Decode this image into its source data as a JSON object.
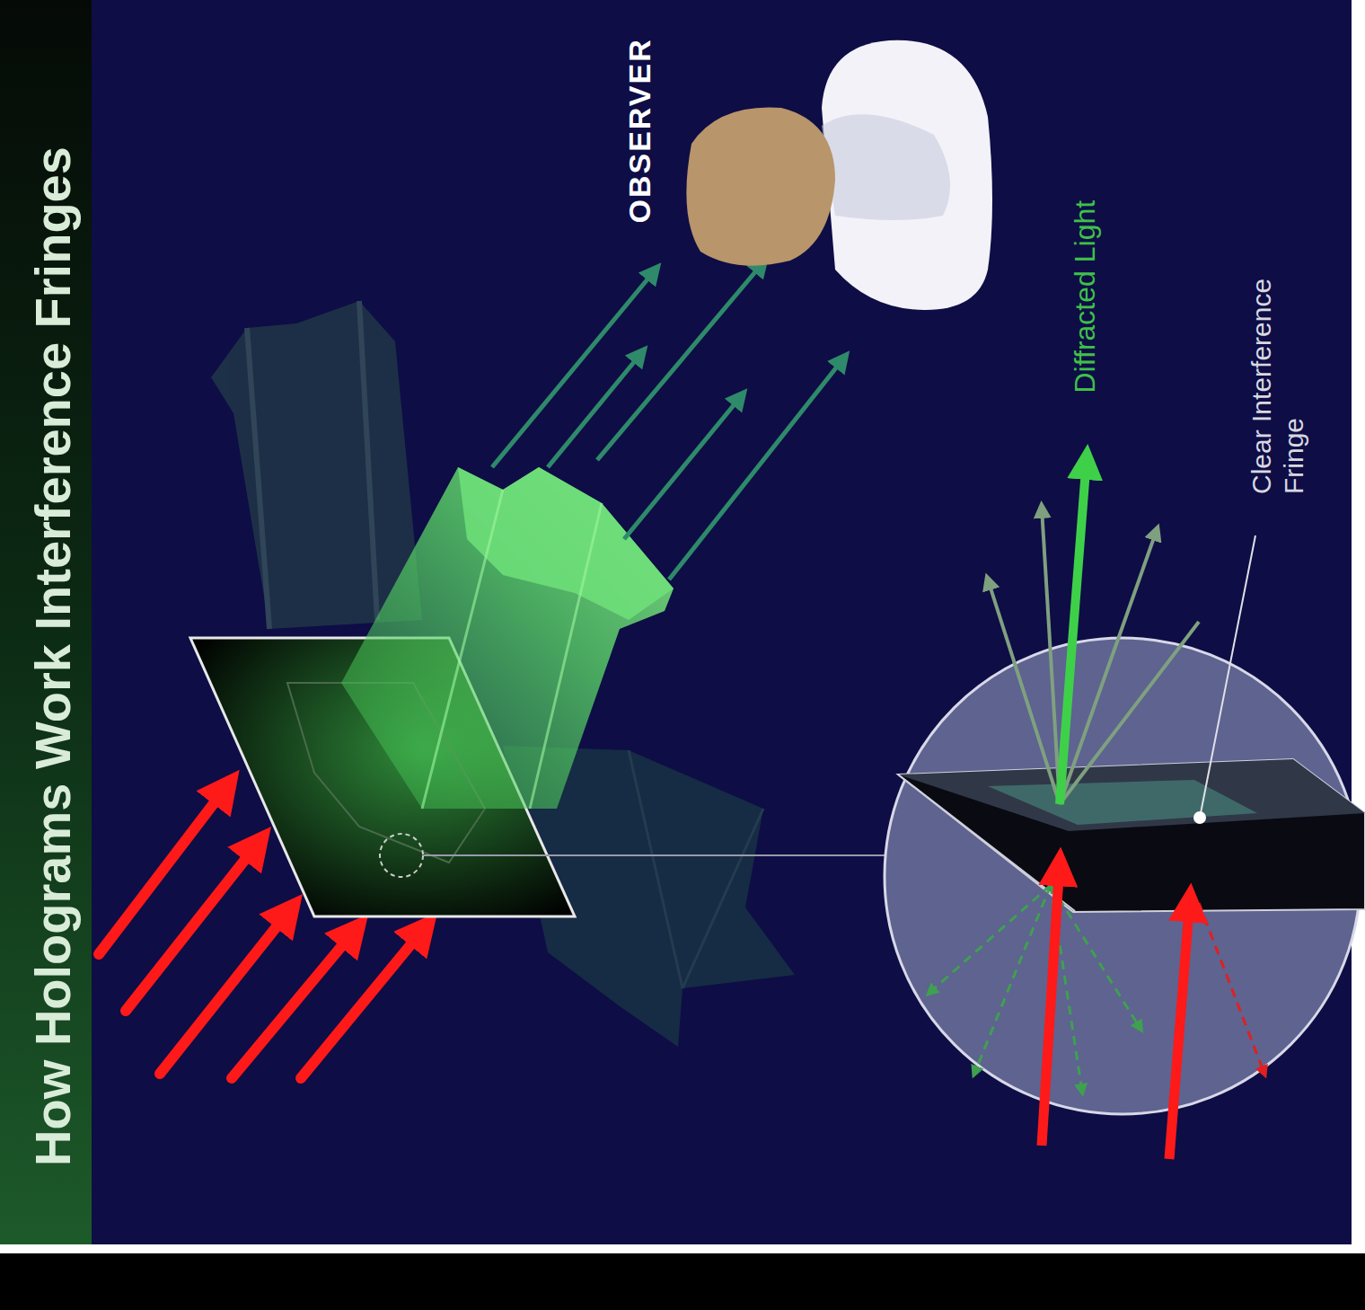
{
  "diagram": {
    "title": "How Holograms Work Interference Fringes",
    "labels": [
      "OBSERVER",
      "Diffracted Light",
      "Clear Interference Fringe"
    ]
  }
}
